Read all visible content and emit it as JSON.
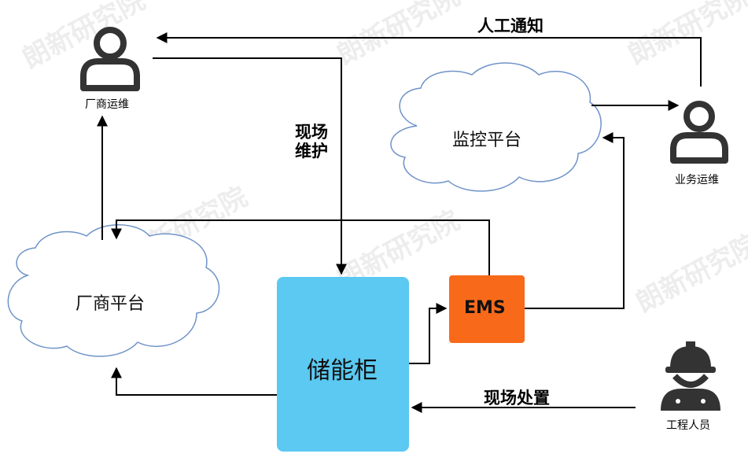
{
  "watermark": "朗新研究院",
  "actors": {
    "vendor_ops": "厂商运维",
    "business_ops": "业务运维",
    "engineer": "工程人员"
  },
  "nodes": {
    "monitor_platform": "监控平台",
    "vendor_platform": "厂商平台",
    "cabinet": "储能柜",
    "ems": "EMS"
  },
  "edges": {
    "manual_notice": "人工通知",
    "onsite_maintenance_line1": "现场",
    "onsite_maintenance_line2": "维护",
    "onsite_handling": "现场处置"
  },
  "colors": {
    "cabinet": "#5bc9f1",
    "ems": "#f86a1a",
    "cloud_stroke": "#6f93c8",
    "line": "#000000",
    "actor": "#333333"
  }
}
